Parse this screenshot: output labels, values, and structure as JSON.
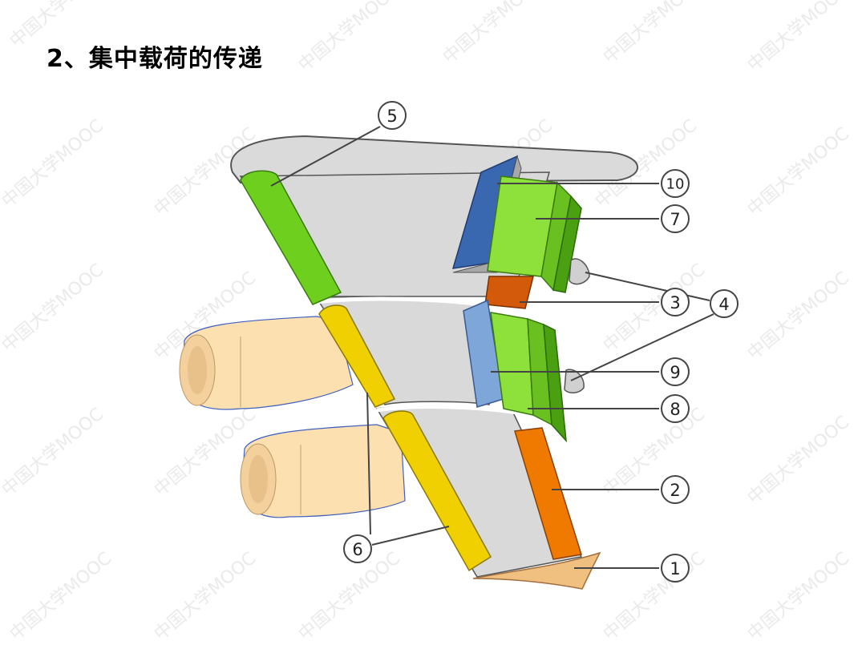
{
  "title": "2、集中载荷的传递",
  "watermark": "中国大学MOOC",
  "callouts": [
    {
      "label": "5",
      "name": "callout-5"
    },
    {
      "label": "10",
      "name": "callout-10"
    },
    {
      "label": "7",
      "name": "callout-7"
    },
    {
      "label": "3",
      "name": "callout-3"
    },
    {
      "label": "4",
      "name": "callout-4"
    },
    {
      "label": "9",
      "name": "callout-9"
    },
    {
      "label": "8",
      "name": "callout-8"
    },
    {
      "label": "2",
      "name": "callout-2"
    },
    {
      "label": "6",
      "name": "callout-6"
    },
    {
      "label": "1",
      "name": "callout-1"
    }
  ],
  "colors": {
    "wing_skin": "#d9d9d9",
    "wing_outline": "#555555",
    "spar_green": "#6fcf1f",
    "spar_yellow": "#f0d000",
    "engine": "#fde0b0",
    "rib_blue_dark": "#3a68b0",
    "rib_blue_light": "#7ea6d8",
    "flap_green": "#8ee03a",
    "flap_green_dark": "#4aa010",
    "fitting_orange": "#d35a0a",
    "spar_orange": "#f07a00",
    "root_fairing": "#f0c080"
  }
}
